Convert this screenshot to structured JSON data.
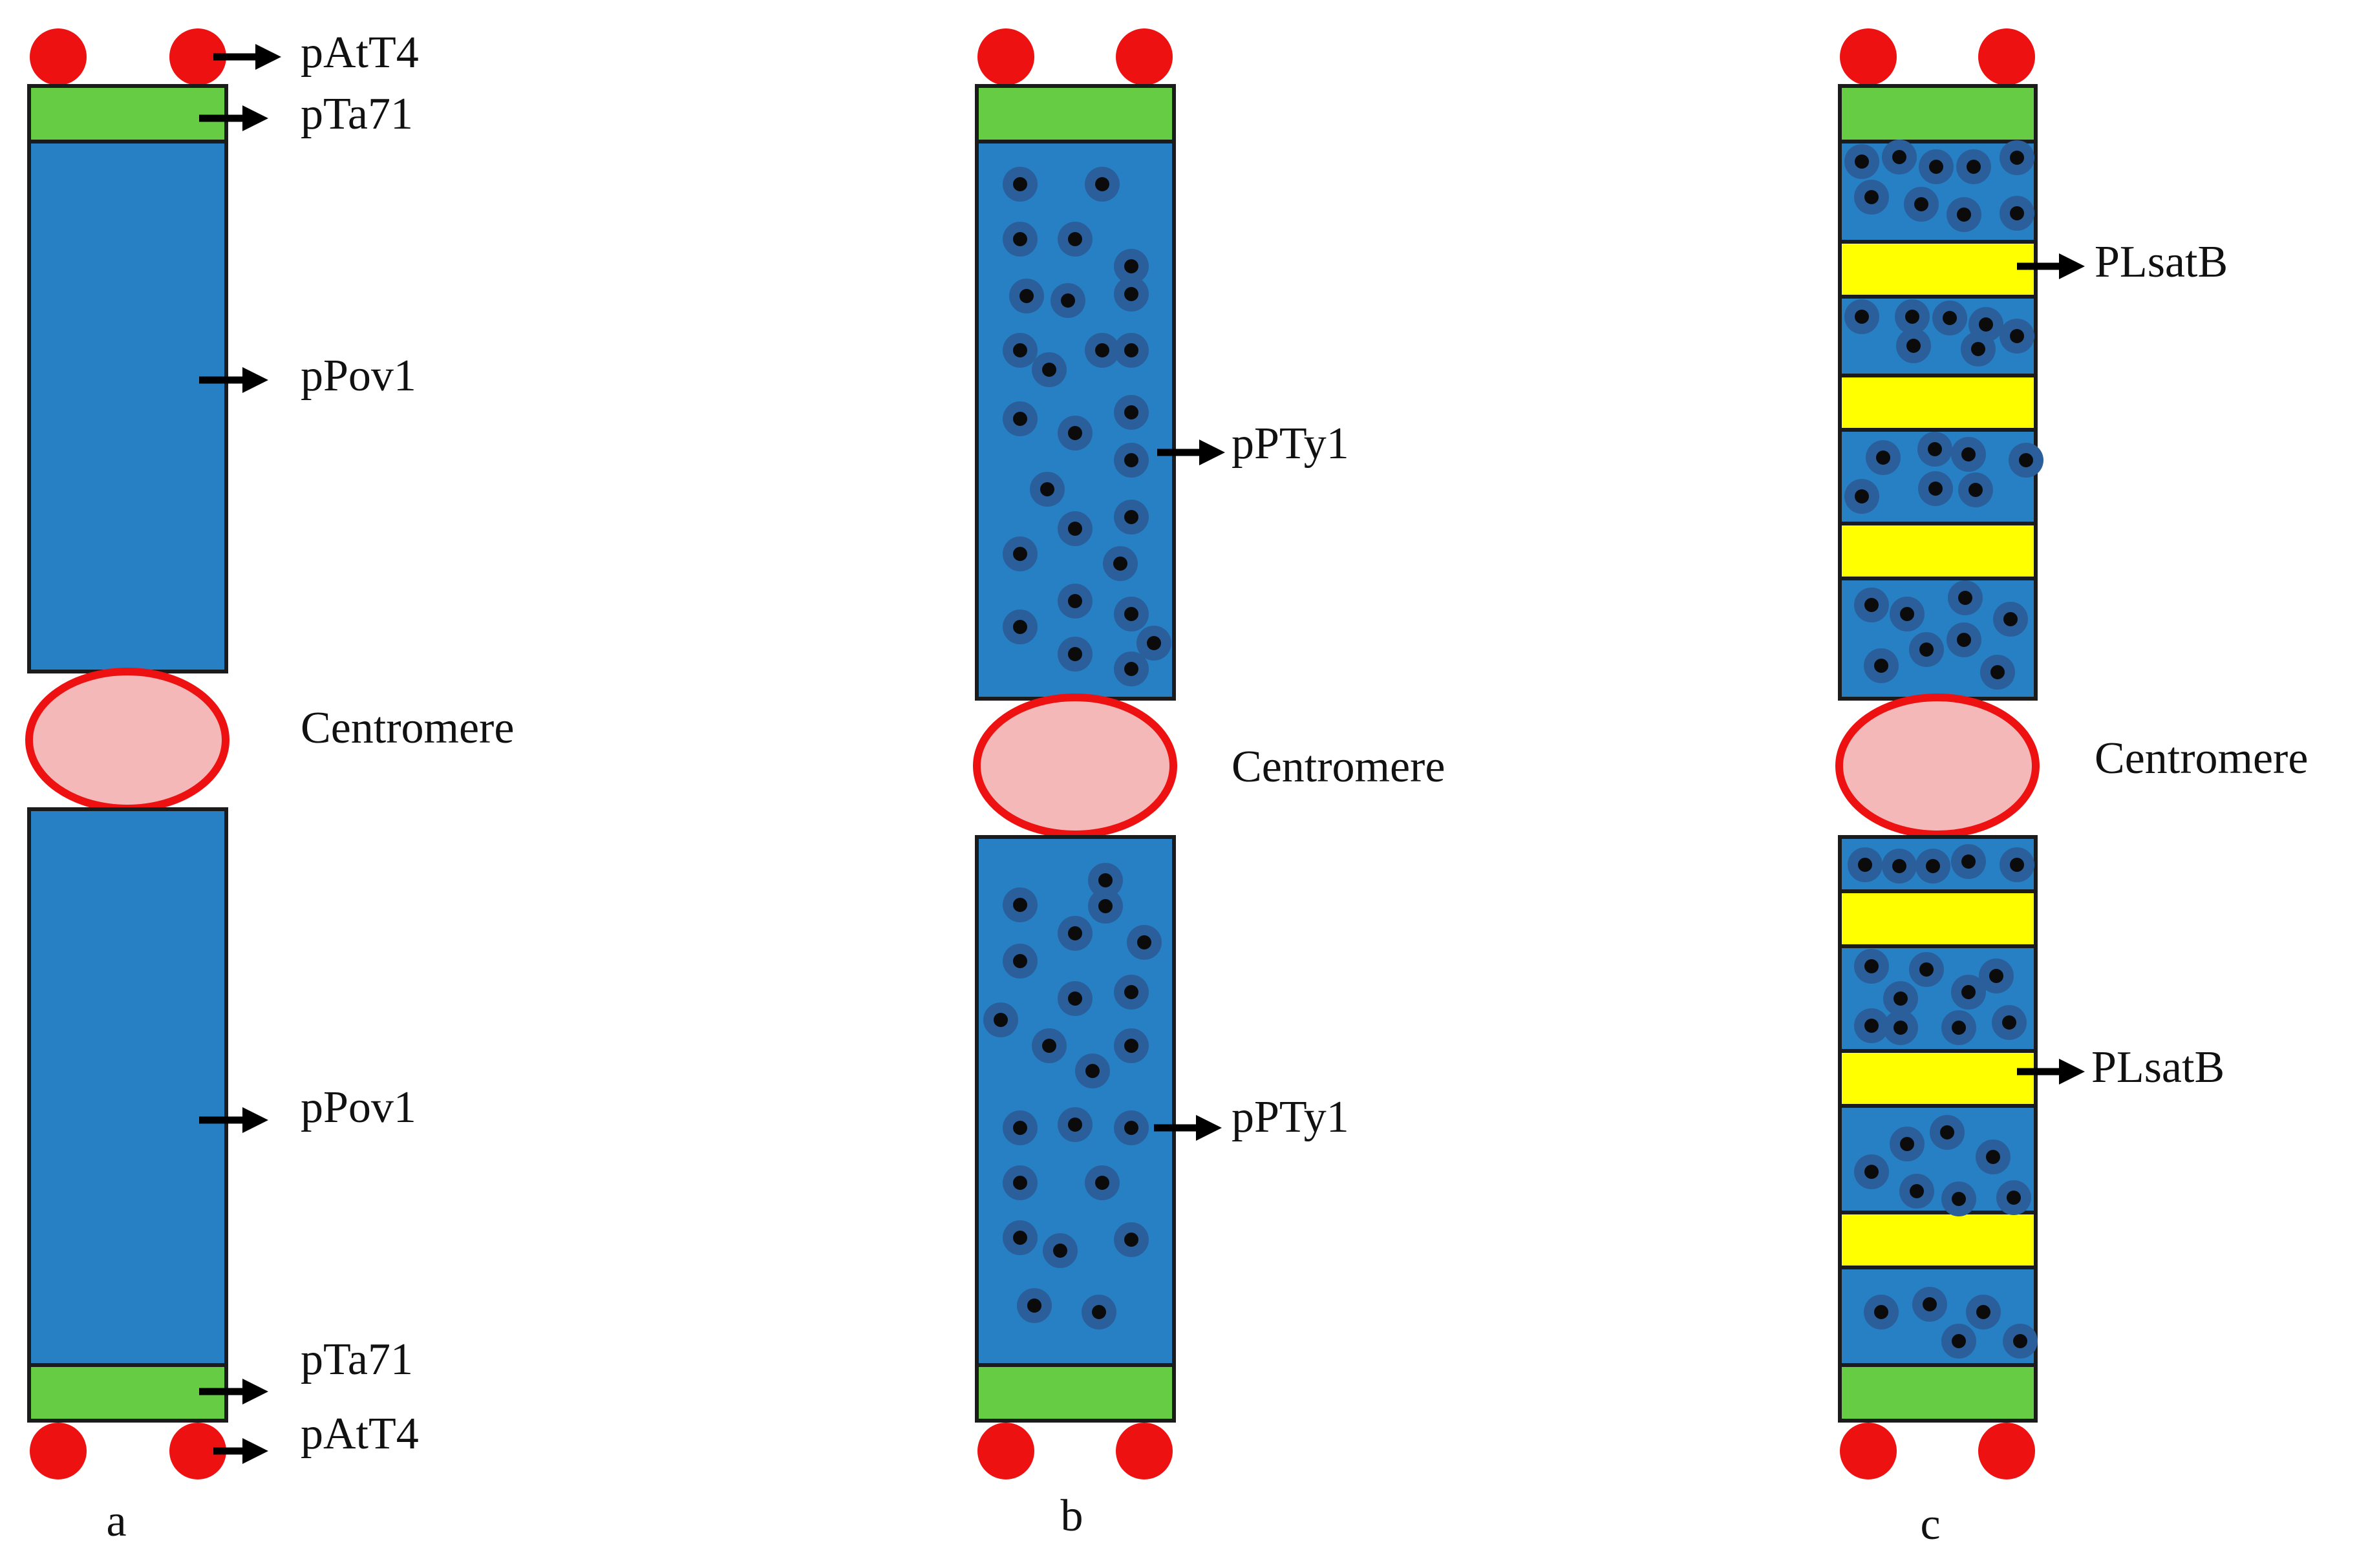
{
  "colors": {
    "arm": "#2680c3",
    "arm_border": "#1b1b1b",
    "telomere_band": "#66cc44",
    "telomere_dot": "#ee1111",
    "centromere_fill": "#f4b8b8",
    "centromere_border": "#ee1111",
    "satellite_band": "#ffff00",
    "repeat_dot": "#0b0b0b",
    "repeat_halo": "#2a5f9c",
    "arrow": "#000000"
  },
  "icons": {
    "telomere_dot": "red-circle",
    "repeat_signal": "black-dot-with-blue-halo",
    "pointer": "right-arrow"
  },
  "panels": [
    {
      "id": "a",
      "caption": "a",
      "centromere_label": "Centromere",
      "labels": {
        "top_telomere": "pAtT4",
        "top_band": "pTa71",
        "upper_arm": "pPov1",
        "lower_arm": "pPov1",
        "bottom_band": "pTa71",
        "bottom_telomere": "pAtT4"
      }
    },
    {
      "id": "b",
      "caption": "b",
      "centromere_label": "Centromere",
      "labels": {
        "upper_arm": "pPTy1",
        "lower_arm": "pPTy1"
      }
    },
    {
      "id": "c",
      "caption": "c",
      "centromere_label": "Centromere",
      "labels": {
        "upper_band": "PLsatB",
        "lower_band": "PLsatB"
      }
    }
  ]
}
